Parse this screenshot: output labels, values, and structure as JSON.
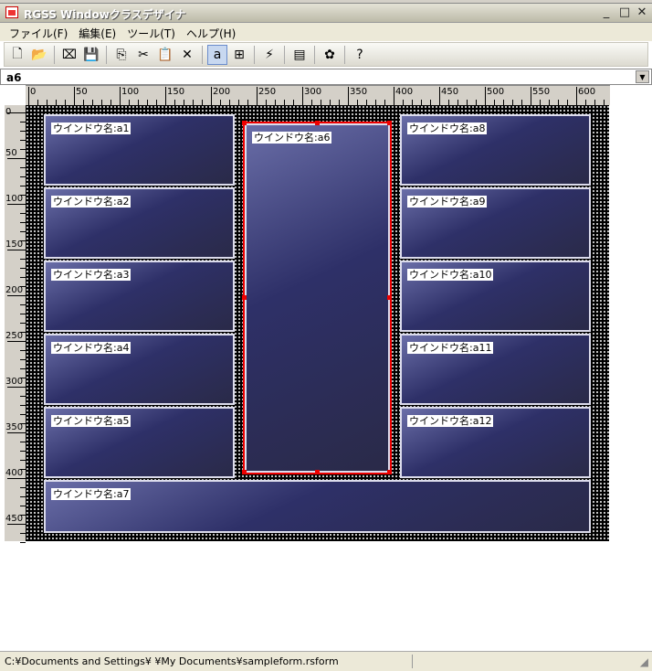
{
  "window": {
    "title": "RGSS Windowクラスデザイナ",
    "minimize": "_",
    "maximize": "□",
    "close": "✕"
  },
  "menu": [
    "ファイル(F)",
    "編集(E)",
    "ツール(T)",
    "ヘルプ(H)"
  ],
  "toolbar": [
    {
      "icon": "new-file-icon",
      "glyph": "🗋"
    },
    {
      "icon": "open-folder-icon",
      "glyph": "📂"
    },
    "sep",
    {
      "icon": "fit-icon",
      "glyph": "⌧"
    },
    {
      "icon": "save-icon",
      "glyph": "💾"
    },
    "sep",
    {
      "icon": "copy-icon",
      "glyph": "⎘"
    },
    {
      "icon": "cut-icon",
      "glyph": "✂"
    },
    {
      "icon": "paste-icon",
      "glyph": "📋"
    },
    {
      "icon": "delete-icon",
      "glyph": "✕"
    },
    "sep",
    {
      "icon": "add-label-icon",
      "glyph": "a",
      "active": true
    },
    {
      "icon": "add-window-icon",
      "glyph": "⊞"
    },
    "sep",
    {
      "icon": "lightning-icon",
      "glyph": "⚡"
    },
    "sep",
    {
      "icon": "properties-icon",
      "glyph": "▤"
    },
    "sep",
    {
      "icon": "plugin-icon",
      "glyph": "✿"
    },
    "sep",
    {
      "icon": "help-icon",
      "glyph": "?"
    }
  ],
  "selector": {
    "value": "a6"
  },
  "ruler": {
    "h": [
      "0",
      "50",
      "100",
      "150",
      "200",
      "250",
      "300",
      "350",
      "400",
      "450",
      "500",
      "550",
      "600"
    ],
    "v": [
      "0",
      "50",
      "100",
      "150",
      "200",
      "250",
      "300",
      "350",
      "400",
      "450"
    ]
  },
  "windows": [
    {
      "id": "a1",
      "label": "ウインドウ名:a1"
    },
    {
      "id": "a2",
      "label": "ウインドウ名:a2"
    },
    {
      "id": "a3",
      "label": "ウインドウ名:a3"
    },
    {
      "id": "a4",
      "label": "ウインドウ名:a4"
    },
    {
      "id": "a5",
      "label": "ウインドウ名:a5"
    },
    {
      "id": "a6",
      "label": "ウインドウ名:a6",
      "selected": true
    },
    {
      "id": "a7",
      "label": "ウインドウ名:a7"
    },
    {
      "id": "a8",
      "label": "ウインドウ名:a8"
    },
    {
      "id": "a9",
      "label": "ウインドウ名:a9"
    },
    {
      "id": "a10",
      "label": "ウインドウ名:a10"
    },
    {
      "id": "a11",
      "label": "ウインドウ名:a11"
    },
    {
      "id": "a12",
      "label": "ウインドウ名:a12"
    }
  ],
  "status": {
    "path": "C:¥Documents and Settings¥      ¥My Documents¥sampleform.rsform"
  }
}
